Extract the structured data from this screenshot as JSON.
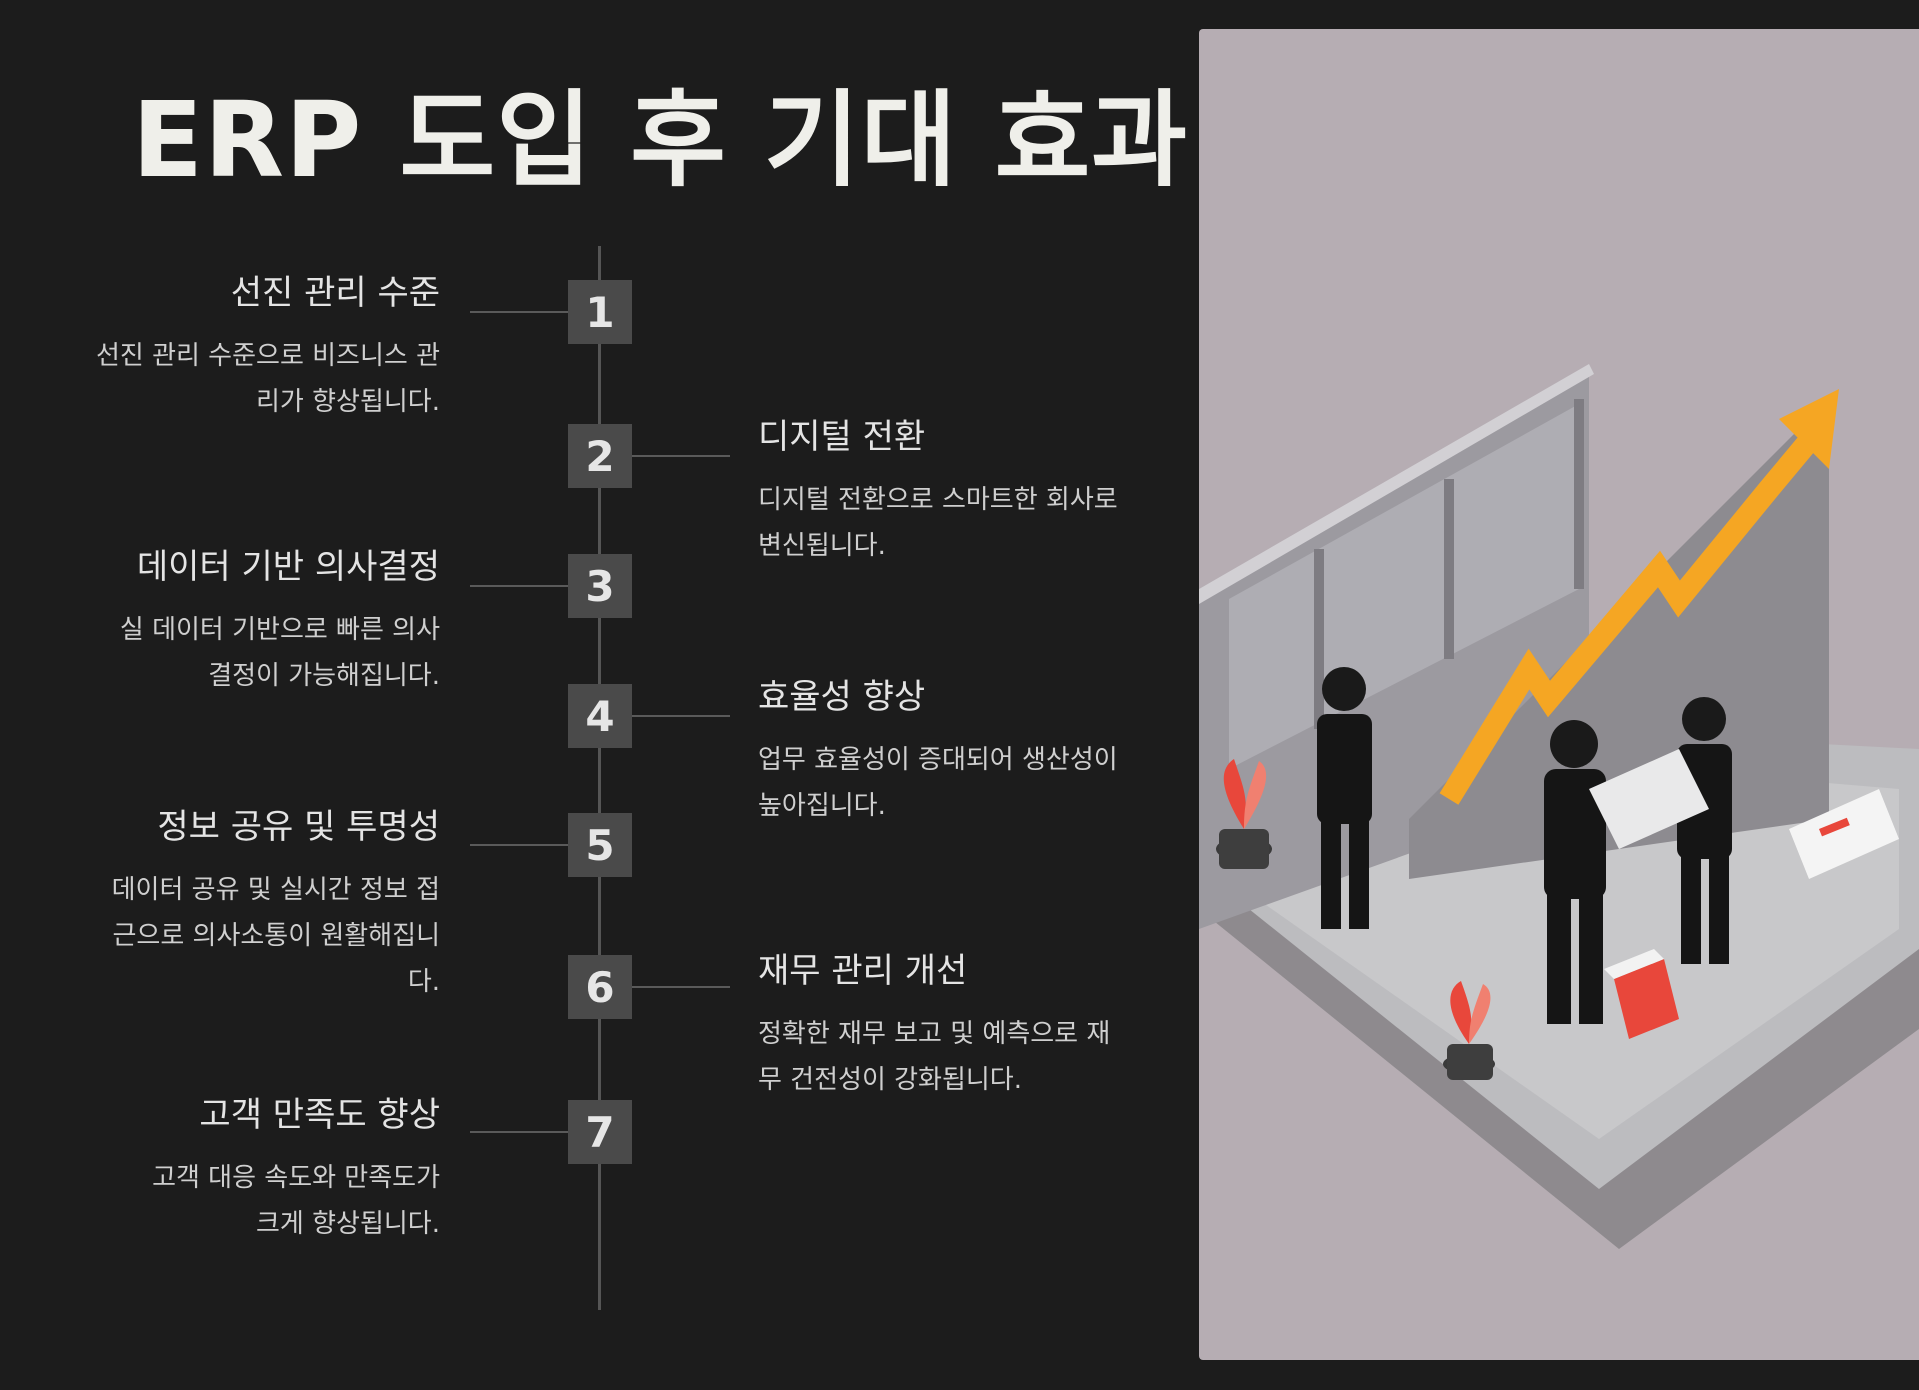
{
  "title": "ERP 도입 후 기대 효과",
  "steps": [
    {
      "number": "1",
      "title": "선진 관리 수준",
      "description": "선진 관리 수준으로 비즈니스 관리가 향상됩니다."
    },
    {
      "number": "2",
      "title": "디지털 전환",
      "description": "디지털 전환으로 스마트한 회사로 변신됩니다."
    },
    {
      "number": "3",
      "title": "데이터 기반 의사결정",
      "description": "실 데이터 기반으로 빠른 의사결정이 가능해집니다."
    },
    {
      "number": "4",
      "title": "효율성 향상",
      "description": "업무 효율성이 증대되어 생산성이 높아집니다."
    },
    {
      "number": "5",
      "title": "정보 공유 및 투명성",
      "description": "데이터 공유 및 실시간 정보 접근으로 의사소통이 원활해집니다."
    },
    {
      "number": "6",
      "title": "재무 관리 개선",
      "description": "정확한 재무 보고 및 예측으로 재무 건전성이 강화됩니다."
    },
    {
      "number": "7",
      "title": "고객 만족도 향상",
      "description": "고객 대응 속도와 만족도가 크게 향상됩니다."
    }
  ],
  "illustration": {
    "icon": "business-growth-illustration",
    "colors": {
      "background": "#b6adb3",
      "arrow": "#f5a623",
      "accent": "#e8473b",
      "suit": "#151515"
    }
  }
}
